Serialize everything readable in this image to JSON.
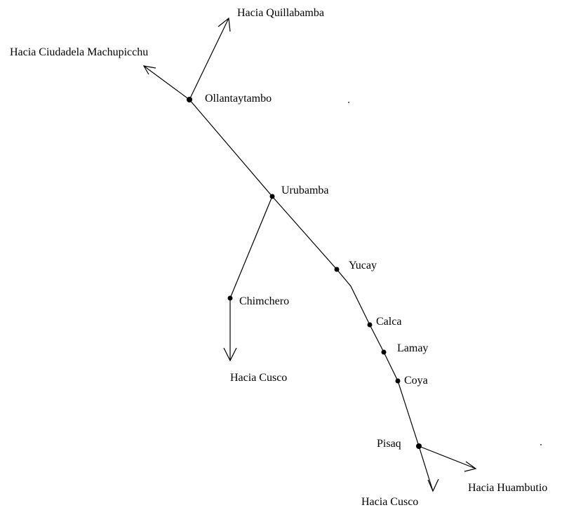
{
  "map": {
    "towns": {
      "ollantaytambo": "Ollantaytambo",
      "urubamba": "Urubamba",
      "yucay": "Yucay",
      "chimchero": "Chimchero",
      "calca": "Calca",
      "lamay": "Lamay",
      "coya": "Coya",
      "pisaq": "Pisaq"
    },
    "directions": {
      "quillabamba": "Hacia Quillabamba",
      "machupicchu": "Hacia Ciudadela Machupicchu",
      "cusco_from_chimchero": "Hacia Cusco",
      "cusco_from_pisaq": "Hacia Cusco",
      "huambutio": "Hacia Huambutio"
    },
    "line_color": "#000000",
    "background_color": "#ffffff"
  }
}
